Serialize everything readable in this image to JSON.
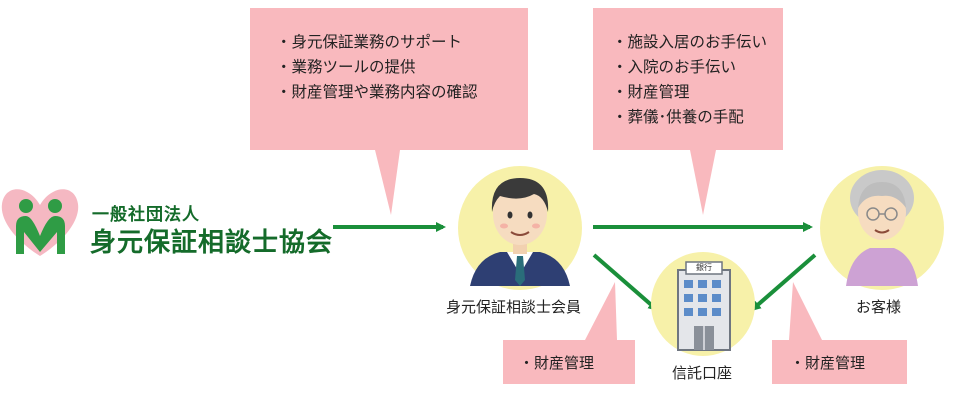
{
  "organization": {
    "type_label": "一般社団法人",
    "name": "身元保証相談士協会"
  },
  "member_services": [
    "・身元保証業務のサポート",
    "・業務ツールの提供",
    "・財産管理や業務内容の確認"
  ],
  "customer_services": [
    "・施設入居のお手伝い",
    "・入院のお手伝い",
    "・財産管理",
    "・葬儀･供養の手配"
  ],
  "member_label": "身元保証相談士会員",
  "customer_label": "お客様",
  "bank_label": "信託口座",
  "bank_sign": "銀行",
  "left_asset_note": "・財産管理",
  "right_asset_note": "・財産管理",
  "colors": {
    "bubble": "#f9b9be",
    "arrow": "#1a8f3a",
    "circle": "#f7f1a9",
    "logo_pink": "#f5b8c2",
    "logo_green": "#2f9c45",
    "org_text": "#146b2a"
  }
}
